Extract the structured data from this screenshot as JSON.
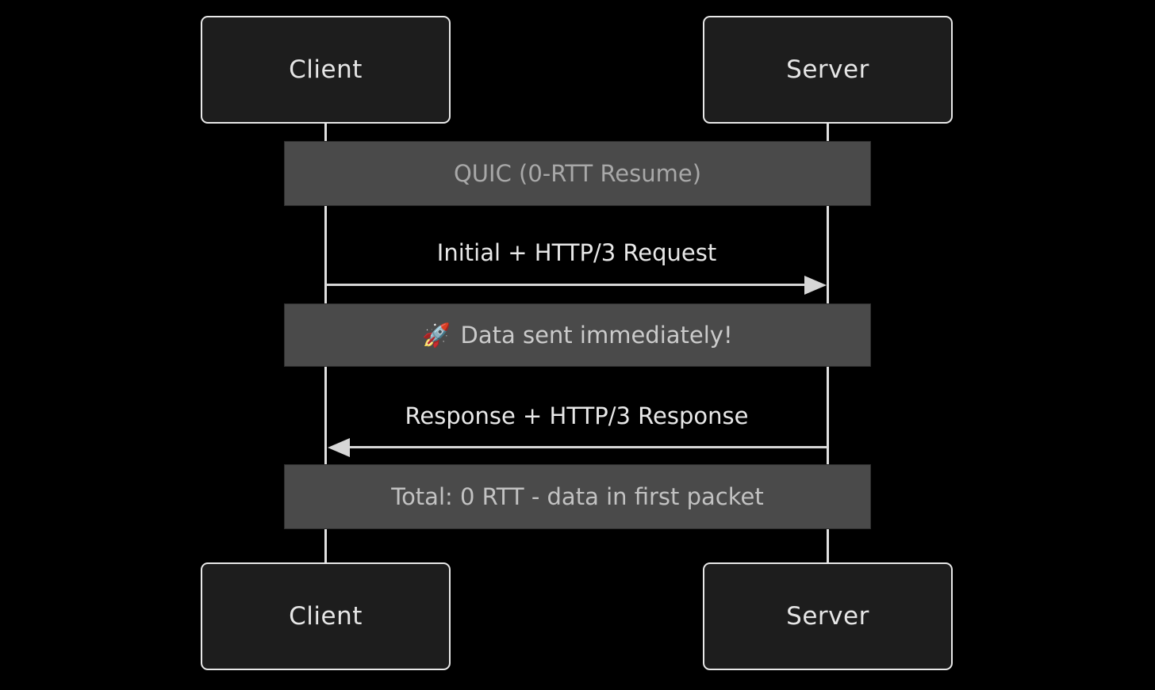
{
  "diagram": {
    "type": "sequence-diagram",
    "topic": "QUIC 0-RTT Resume handshake"
  },
  "colors": {
    "background": "#000000",
    "actor_fill": "#1d1d1d",
    "actor_border": "#e8e8e8",
    "actor_text": "#e6e6e6",
    "banner_fill": "#4a4a4a",
    "banner_border": "#2e2e2e",
    "lifeline": "#e0e0e0",
    "arrow": "#d6d6d6",
    "message_text": "#e8e8e8"
  },
  "actors": {
    "top": [
      {
        "label": "Client"
      },
      {
        "label": "Server"
      }
    ],
    "bottom": [
      {
        "label": "Client"
      },
      {
        "label": "Server"
      }
    ]
  },
  "banners": [
    {
      "text": "QUIC (0-RTT Resume)",
      "text_color": "#a8a8a8"
    },
    {
      "icon": "🚀",
      "text": "Data sent immediately!",
      "text_color": "#cbcbcb"
    },
    {
      "text": "Total: 0 RTT - data in first packet",
      "text_color": "#c2c2c2"
    }
  ],
  "messages": [
    {
      "text": "Initial + HTTP/3 Request",
      "from": "Client",
      "to": "Server",
      "direction": "right"
    },
    {
      "text": "Response + HTTP/3 Response",
      "from": "Server",
      "to": "Client",
      "direction": "left"
    }
  ]
}
